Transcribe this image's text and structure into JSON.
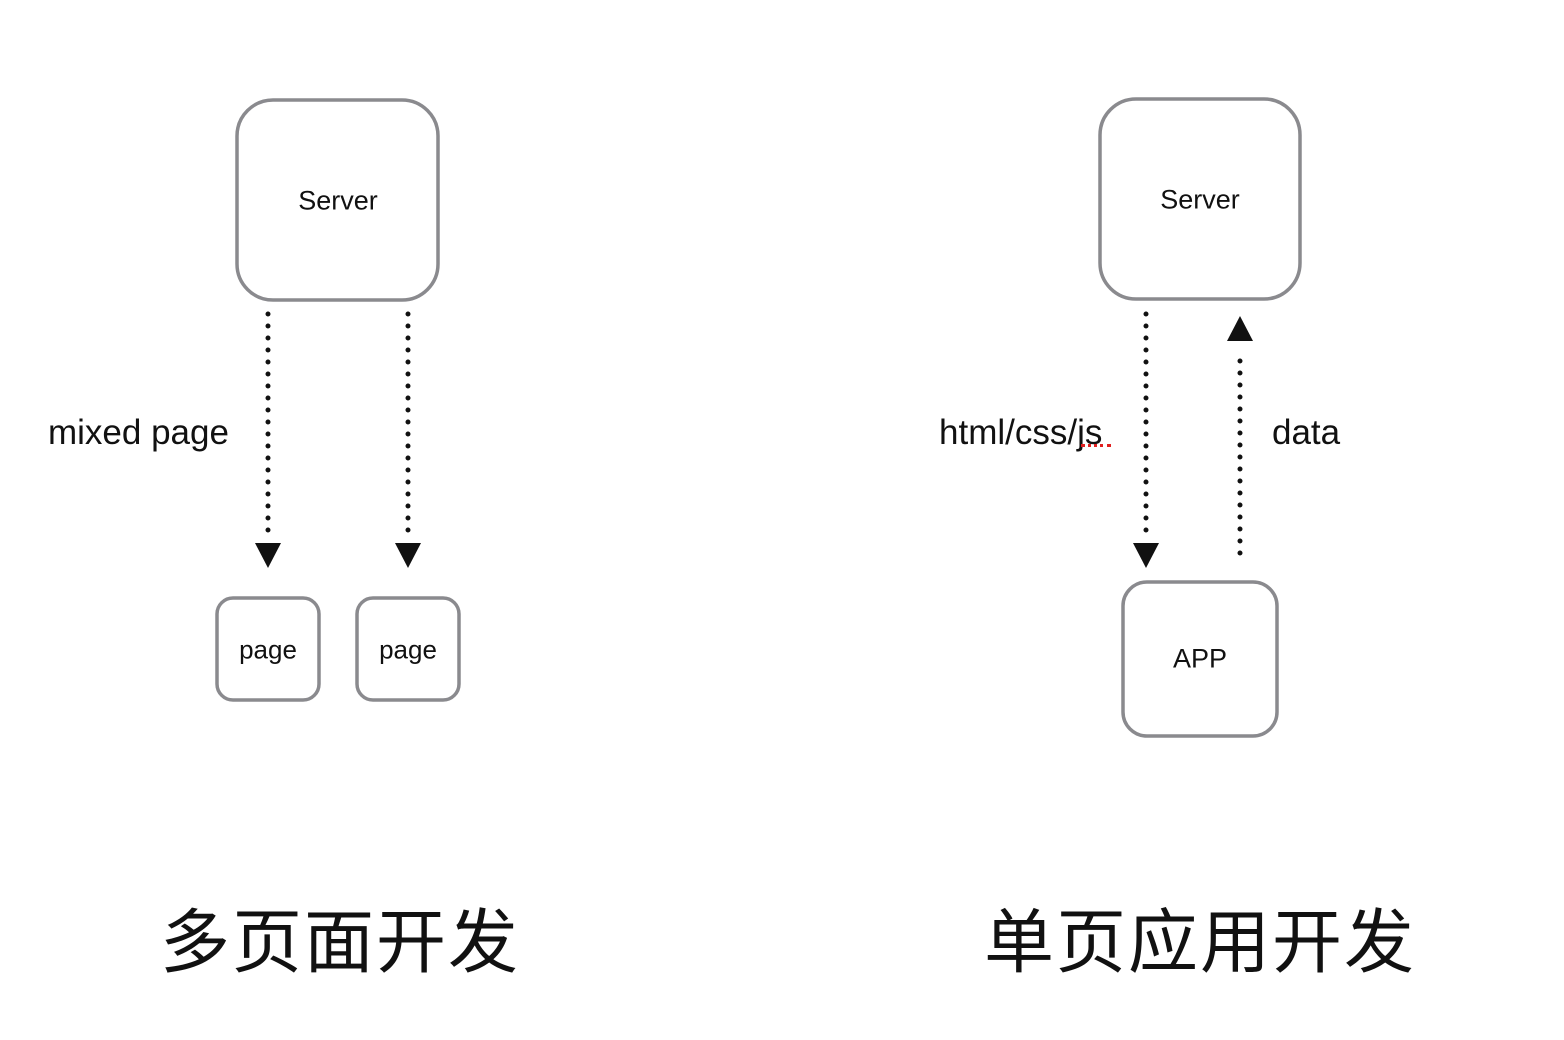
{
  "diagrams": {
    "multi_page": {
      "caption": "多页面开发",
      "server_label": "Server",
      "page_labels": [
        "page",
        "page"
      ],
      "edge_label": "mixed page"
    },
    "single_page": {
      "caption": "单页应用开发",
      "server_label": "Server",
      "app_label": "APP",
      "down_edge_label": "html/css/js",
      "up_edge_label": "data"
    }
  }
}
